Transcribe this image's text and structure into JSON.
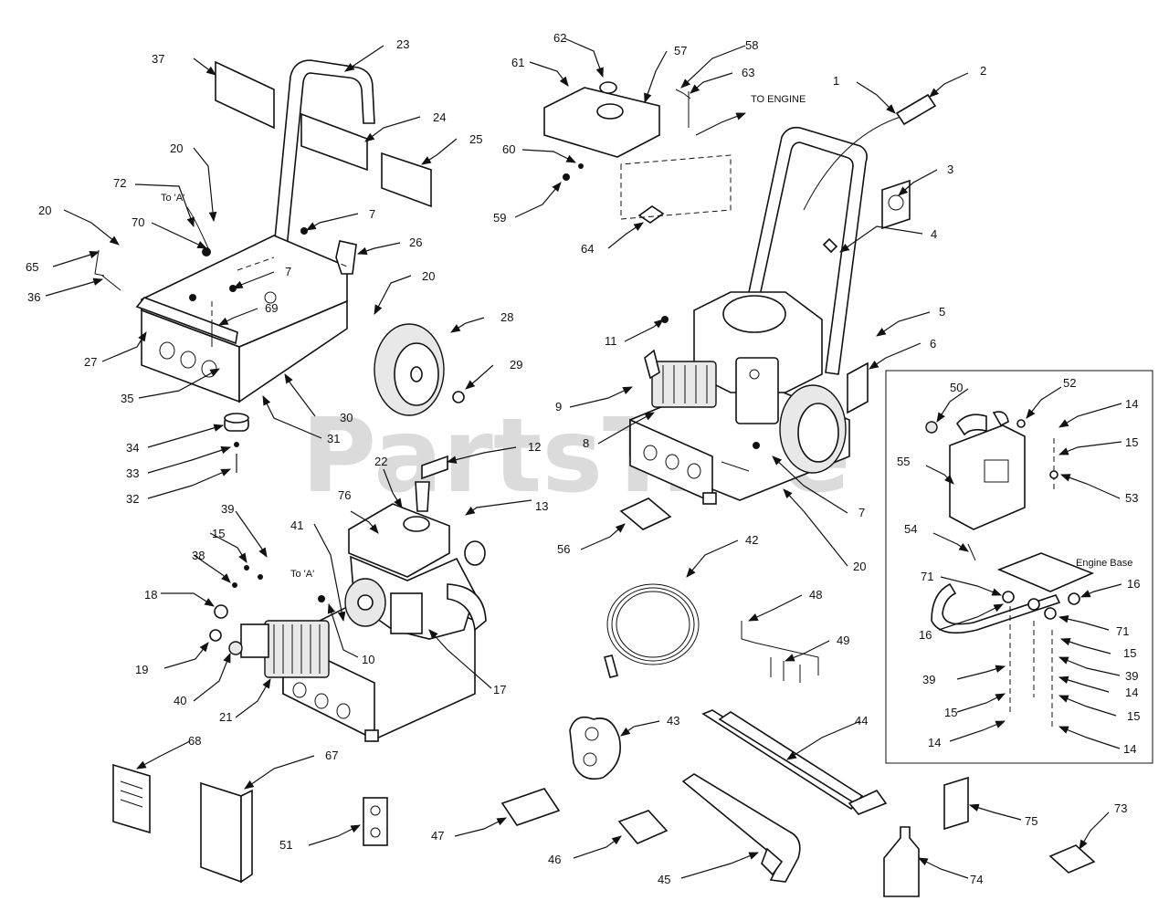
{
  "watermark": "PartsTree",
  "notes": {
    "to_engine": "TO ENGINE",
    "to_a_1": "To 'A'",
    "to_a_2": "To 'A'",
    "engine_base": "Engine Base"
  },
  "callouts": [
    {
      "id": "c1",
      "text": "1"
    },
    {
      "id": "c2",
      "text": "2"
    },
    {
      "id": "c3",
      "text": "3"
    },
    {
      "id": "c4",
      "text": "4"
    },
    {
      "id": "c5",
      "text": "5"
    },
    {
      "id": "c6",
      "text": "6"
    },
    {
      "id": "c7a",
      "text": "7"
    },
    {
      "id": "c7b",
      "text": "7"
    },
    {
      "id": "c7c",
      "text": "7"
    },
    {
      "id": "c8",
      "text": "8"
    },
    {
      "id": "c9",
      "text": "9"
    },
    {
      "id": "c10",
      "text": "10"
    },
    {
      "id": "c11",
      "text": "11"
    },
    {
      "id": "c12",
      "text": "12"
    },
    {
      "id": "c13",
      "text": "13"
    },
    {
      "id": "c14a",
      "text": "14"
    },
    {
      "id": "c14b",
      "text": "14"
    },
    {
      "id": "c14c",
      "text": "14"
    },
    {
      "id": "c14d",
      "text": "14"
    },
    {
      "id": "c15a",
      "text": "15"
    },
    {
      "id": "c15b",
      "text": "15"
    },
    {
      "id": "c15c",
      "text": "15"
    },
    {
      "id": "c15d",
      "text": "15"
    },
    {
      "id": "c15e",
      "text": "15"
    },
    {
      "id": "c16a",
      "text": "16"
    },
    {
      "id": "c16b",
      "text": "16"
    },
    {
      "id": "c17",
      "text": "17"
    },
    {
      "id": "c18",
      "text": "18"
    },
    {
      "id": "c19",
      "text": "19"
    },
    {
      "id": "c20a",
      "text": "20"
    },
    {
      "id": "c20b",
      "text": "20"
    },
    {
      "id": "c20c",
      "text": "20"
    },
    {
      "id": "c20d",
      "text": "20"
    },
    {
      "id": "c21",
      "text": "21"
    },
    {
      "id": "c22",
      "text": "22"
    },
    {
      "id": "c23",
      "text": "23"
    },
    {
      "id": "c24",
      "text": "24"
    },
    {
      "id": "c25",
      "text": "25"
    },
    {
      "id": "c26",
      "text": "26"
    },
    {
      "id": "c27",
      "text": "27"
    },
    {
      "id": "c28",
      "text": "28"
    },
    {
      "id": "c29",
      "text": "29"
    },
    {
      "id": "c30",
      "text": "30"
    },
    {
      "id": "c31",
      "text": "31"
    },
    {
      "id": "c32",
      "text": "32"
    },
    {
      "id": "c33",
      "text": "33"
    },
    {
      "id": "c34",
      "text": "34"
    },
    {
      "id": "c35",
      "text": "35"
    },
    {
      "id": "c36",
      "text": "36"
    },
    {
      "id": "c37",
      "text": "37"
    },
    {
      "id": "c38",
      "text": "38"
    },
    {
      "id": "c39a",
      "text": "39"
    },
    {
      "id": "c39b",
      "text": "39"
    },
    {
      "id": "c39c",
      "text": "39"
    },
    {
      "id": "c40",
      "text": "40"
    },
    {
      "id": "c41",
      "text": "41"
    },
    {
      "id": "c42",
      "text": "42"
    },
    {
      "id": "c43",
      "text": "43"
    },
    {
      "id": "c44",
      "text": "44"
    },
    {
      "id": "c45",
      "text": "45"
    },
    {
      "id": "c46",
      "text": "46"
    },
    {
      "id": "c47",
      "text": "47"
    },
    {
      "id": "c48",
      "text": "48"
    },
    {
      "id": "c49",
      "text": "49"
    },
    {
      "id": "c50",
      "text": "50"
    },
    {
      "id": "c51",
      "text": "51"
    },
    {
      "id": "c52",
      "text": "52"
    },
    {
      "id": "c53",
      "text": "53"
    },
    {
      "id": "c54",
      "text": "54"
    },
    {
      "id": "c55",
      "text": "55"
    },
    {
      "id": "c56",
      "text": "56"
    },
    {
      "id": "c57",
      "text": "57"
    },
    {
      "id": "c58",
      "text": "58"
    },
    {
      "id": "c59",
      "text": "59"
    },
    {
      "id": "c60",
      "text": "60"
    },
    {
      "id": "c61",
      "text": "61"
    },
    {
      "id": "c62",
      "text": "62"
    },
    {
      "id": "c63",
      "text": "63"
    },
    {
      "id": "c64",
      "text": "64"
    },
    {
      "id": "c65",
      "text": "65"
    },
    {
      "id": "c67",
      "text": "67"
    },
    {
      "id": "c68",
      "text": "68"
    },
    {
      "id": "c69",
      "text": "69"
    },
    {
      "id": "c70",
      "text": "70"
    },
    {
      "id": "c71a",
      "text": "71"
    },
    {
      "id": "c71b",
      "text": "71"
    },
    {
      "id": "c72",
      "text": "72"
    },
    {
      "id": "c73",
      "text": "73"
    },
    {
      "id": "c74",
      "text": "74"
    },
    {
      "id": "c75",
      "text": "75"
    },
    {
      "id": "c76",
      "text": "76"
    }
  ]
}
